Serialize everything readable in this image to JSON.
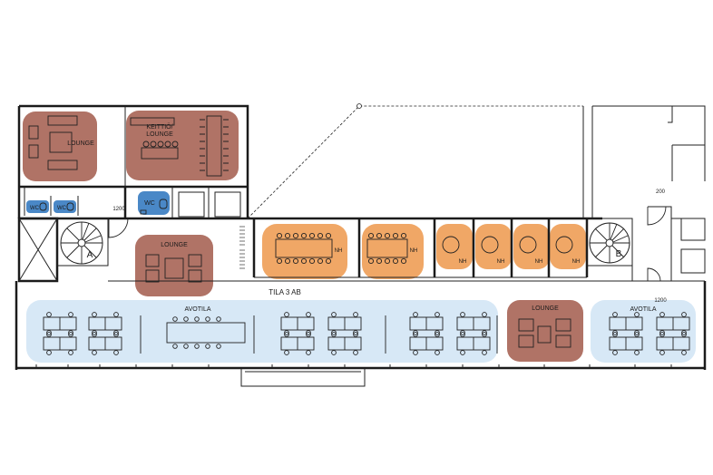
{
  "colors": {
    "lounge": "#b07366",
    "meeting": "#f0a766",
    "open_office": "#d7e8f6",
    "wc": "#4a88c7"
  },
  "labels": {
    "lounge_top_left": "LOUNGE",
    "kitchen_line1": "KEITTIÖ/",
    "kitchen_line2": "LOUNGE",
    "wc_main": "WC",
    "wc_small_1": "WC",
    "wc_small_2": "WC",
    "dim_left": "1200",
    "stair_a": "A",
    "lounge_mid": "LOUNGE",
    "nh_1": "NH",
    "nh_2": "NH",
    "nh_3": "NH",
    "nh_4": "NH",
    "nh_5": "NH",
    "nh_6": "NH",
    "stair_b": "B",
    "dim_right_top": "200",
    "dim_right_bottom": "1200",
    "space_name": "TILA 3 AB",
    "avotila_left": "AVOTILA",
    "lounge_right": "LOUNGE",
    "avotila_right": "AVOTILA"
  },
  "icons": [
    "spiral-stair-icon",
    "door-swing-icon",
    "table-icon",
    "chair-icon"
  ]
}
